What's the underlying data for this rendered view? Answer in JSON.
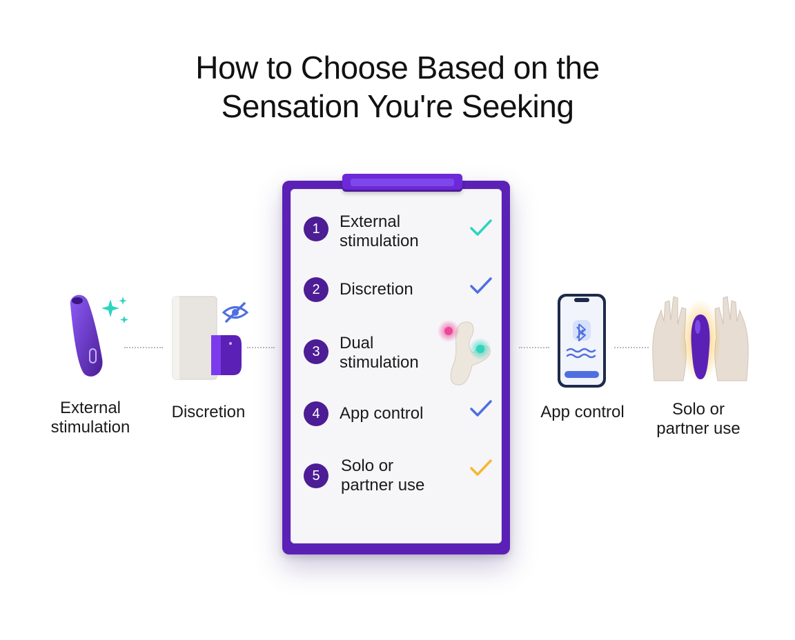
{
  "title": {
    "line1": "How to Choose Based on the",
    "line2": "Sensation You're Seeking"
  },
  "left_items": [
    {
      "label_line1": "External",
      "label_line2": "stimulation"
    },
    {
      "label": "Discretion"
    }
  ],
  "right_items": [
    {
      "label": "App control"
    },
    {
      "label_line1": "Solo or",
      "label_line2": "partner use"
    }
  ],
  "checklist": [
    {
      "number": "1",
      "line1": "External",
      "line2": "stimulation",
      "check_color": "#2dd4bf"
    },
    {
      "number": "2",
      "line1": "Discretion",
      "line2": "",
      "check_color": "#4f6fe0"
    },
    {
      "number": "3",
      "line1": "Dual",
      "line2": "stimulation",
      "check_color": ""
    },
    {
      "number": "4",
      "line1": "App control",
      "line2": "",
      "check_color": "#4f6fe0"
    },
    {
      "number": "5",
      "line1": "Solo or",
      "line2": "partner use",
      "check_color": "#f5b731"
    }
  ],
  "colors": {
    "purple": "#5b21b6",
    "teal": "#2dd4bf",
    "blue": "#4f6fe0",
    "amber": "#f5b731",
    "pink": "#ec4899"
  },
  "icons": [
    "sparkle-icon",
    "eye-slash-icon",
    "bluetooth-icon",
    "wave-icon",
    "check-icon"
  ]
}
